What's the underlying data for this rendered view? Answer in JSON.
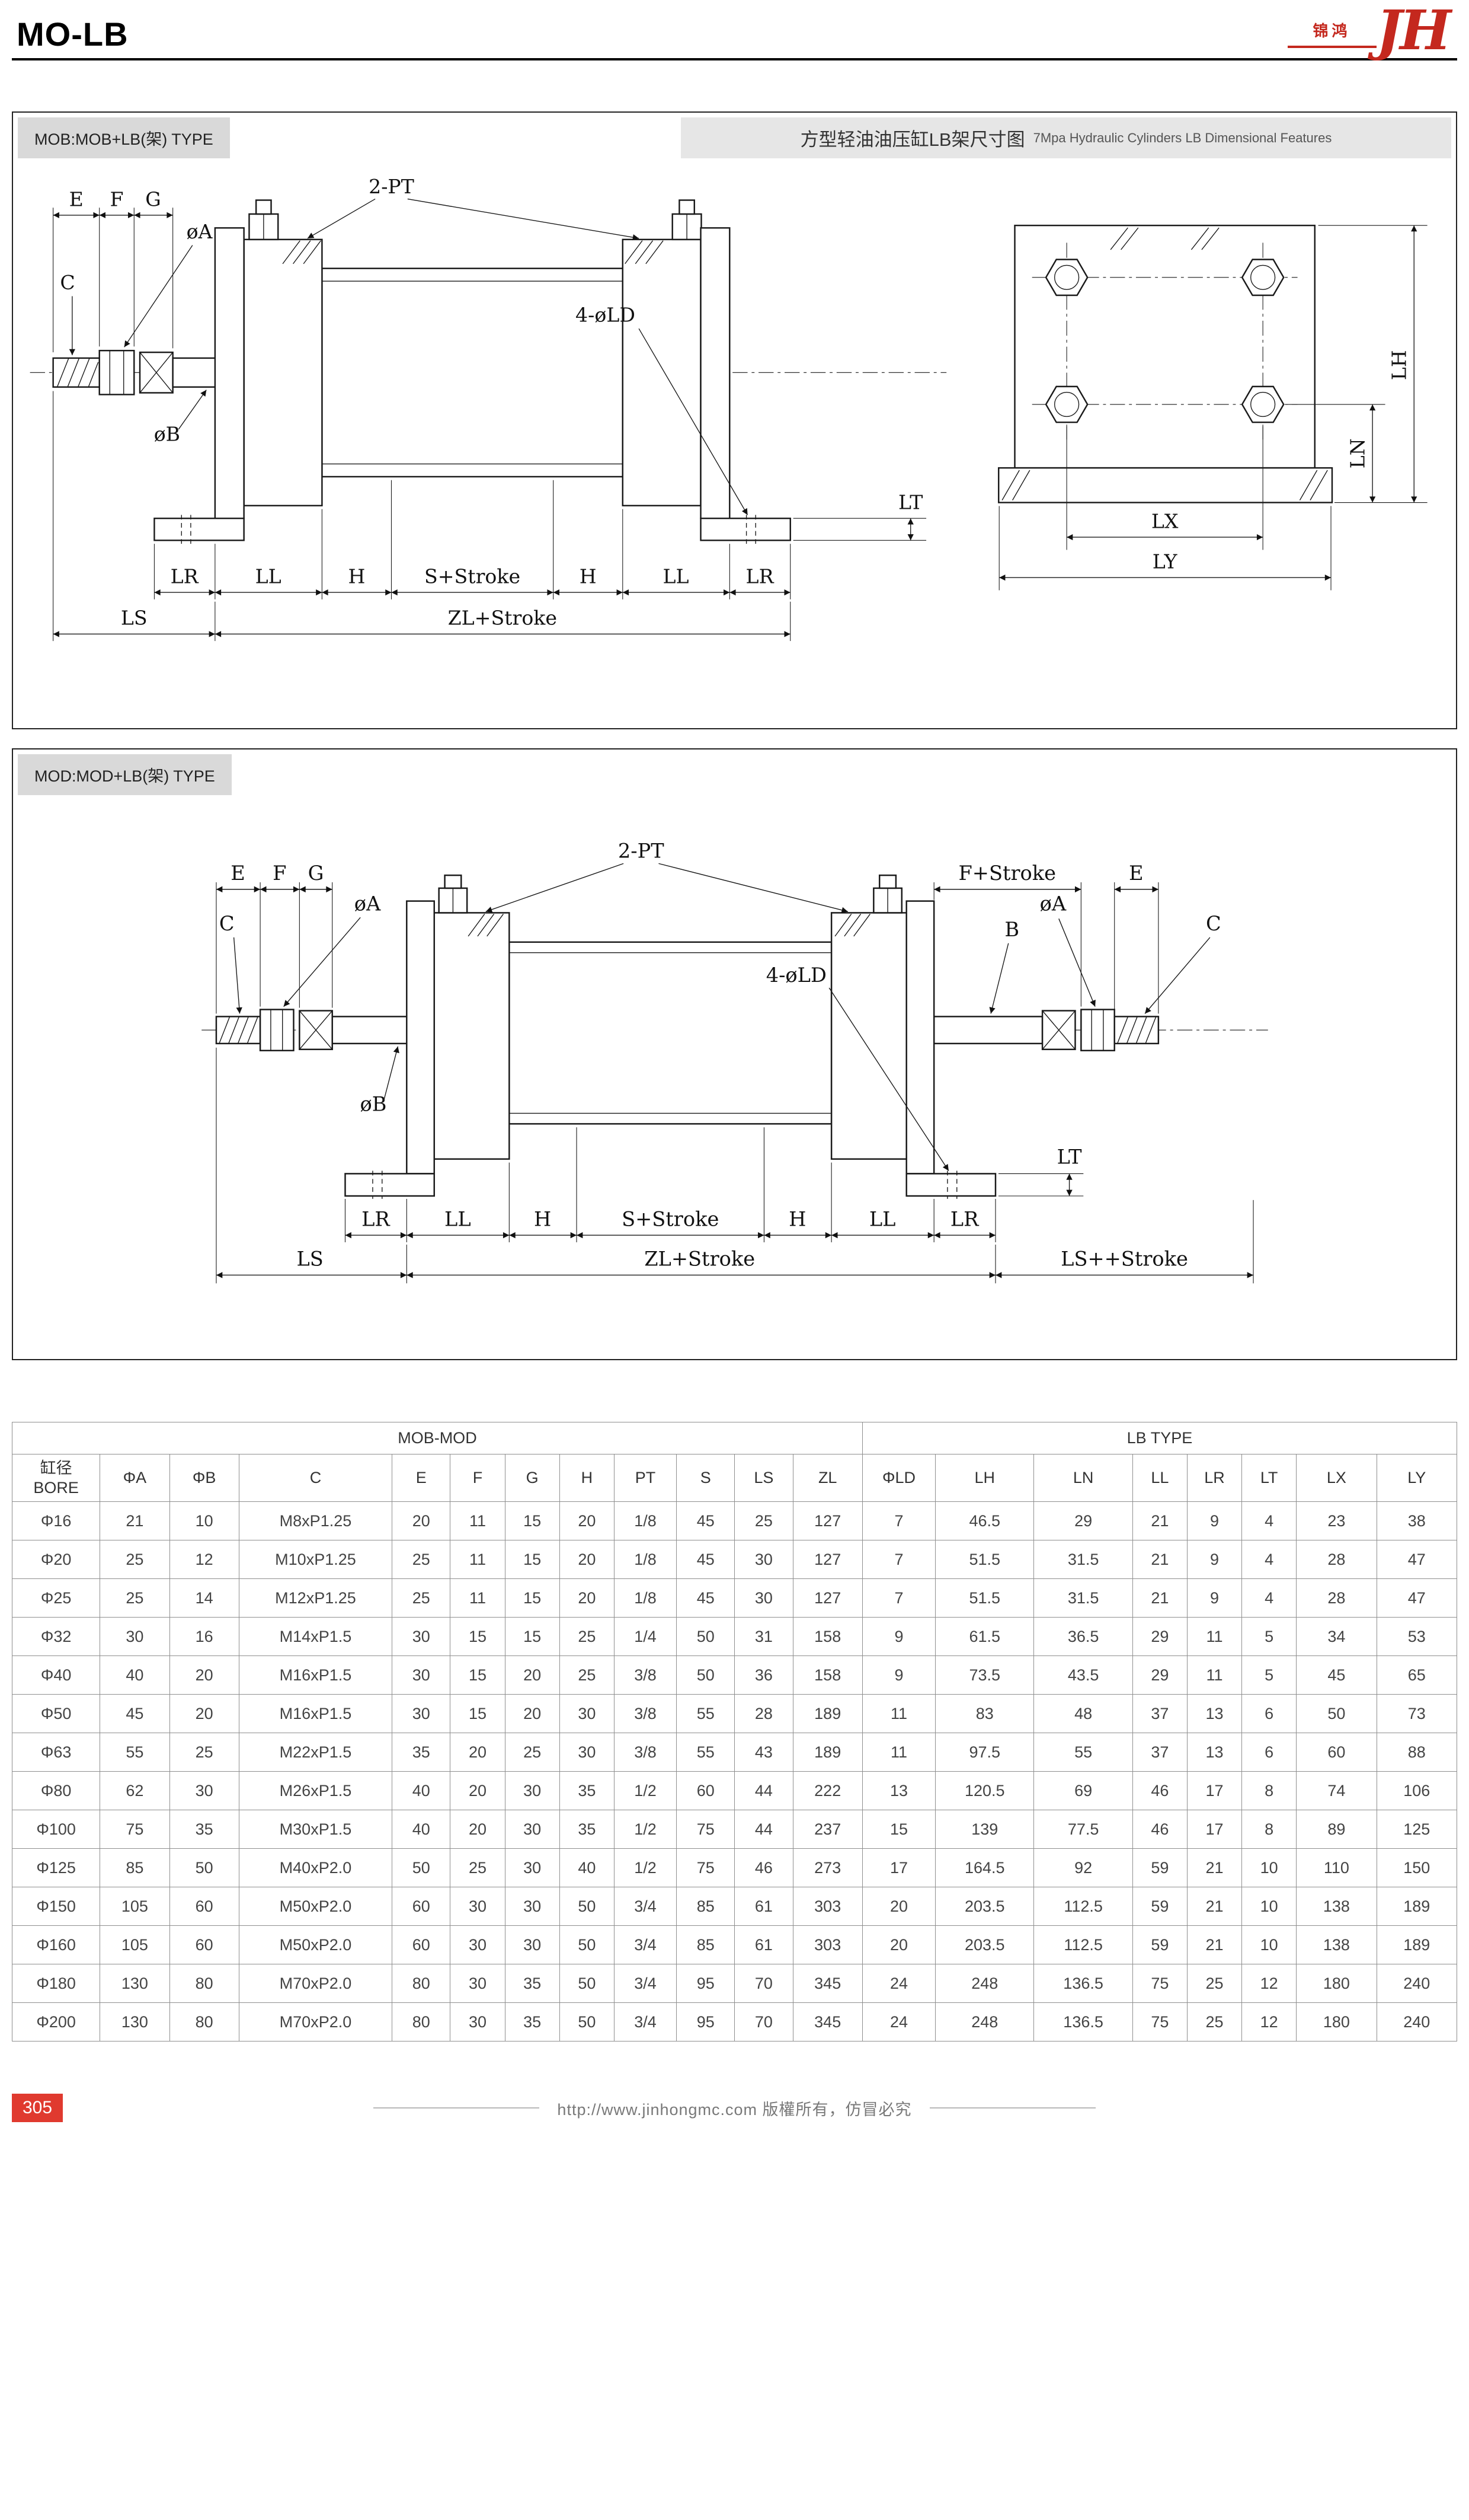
{
  "header": {
    "model": "MO-LB",
    "logo_cn": "锦鸿",
    "logo_jh": "JH"
  },
  "section_mob": {
    "label": "MOB:MOB+LB(架) TYPE",
    "title_cn": "方型轻油油压缸LB架尺寸图",
    "title_en": "7Mpa Hydraulic Cylinders LB Dimensional Features",
    "side_view": {
      "e": "E",
      "f": "F",
      "g": "G",
      "pt": "2-PT",
      "phi_a": "øA",
      "c": "C",
      "phi_b": "øB",
      "ld": "4-øLD",
      "lt": "LT",
      "lr_left": "LR",
      "ll_left": "LL",
      "h_left": "H",
      "s_stroke": "S+Stroke",
      "h_right": "H",
      "ll_right": "LL",
      "lr_right": "LR",
      "ls": "LS",
      "zl_stroke": "ZL+Stroke"
    },
    "end_view": {
      "lh": "LH",
      "ln": "LN",
      "lx": "LX",
      "ly": "LY"
    }
  },
  "section_mod": {
    "label": "MOD:MOD+LB(架) TYPE",
    "side_view": {
      "e_left": "E",
      "f": "F",
      "g": "G",
      "pt": "2-PT",
      "phi_a_left": "øA",
      "f_stroke": "F+Stroke",
      "e_right": "E",
      "phi_a_right": "øA",
      "c_left": "C",
      "b": "B",
      "c_right": "C",
      "phi_b": "øB",
      "ld": "4-øLD",
      "lt": "LT",
      "lr_left": "LR",
      "ll_left": "LL",
      "h_left": "H",
      "s_stroke": "S+Stroke",
      "h_right": "H",
      "ll_right": "LL",
      "lr_right": "LR",
      "ls": "LS",
      "zl_stroke": "ZL+Stroke",
      "ls_stroke": "LS++Stroke"
    }
  },
  "table": {
    "groups": [
      {
        "label": "MOB-MOD",
        "span": 12
      },
      {
        "label": "LB TYPE",
        "span": 8
      }
    ],
    "columns": [
      "缸径\nBORE",
      "ΦA",
      "ΦB",
      "C",
      "E",
      "F",
      "G",
      "H",
      "PT",
      "S",
      "LS",
      "ZL",
      "ΦLD",
      "LH",
      "LN",
      "LL",
      "LR",
      "LT",
      "LX",
      "LY"
    ],
    "rows": [
      [
        "Φ16",
        "21",
        "10",
        "M8xP1.25",
        "20",
        "11",
        "15",
        "20",
        "1/8",
        "45",
        "25",
        "127",
        "7",
        "46.5",
        "29",
        "21",
        "9",
        "4",
        "23",
        "38"
      ],
      [
        "Φ20",
        "25",
        "12",
        "M10xP1.25",
        "25",
        "11",
        "15",
        "20",
        "1/8",
        "45",
        "30",
        "127",
        "7",
        "51.5",
        "31.5",
        "21",
        "9",
        "4",
        "28",
        "47"
      ],
      [
        "Φ25",
        "25",
        "14",
        "M12xP1.25",
        "25",
        "11",
        "15",
        "20",
        "1/8",
        "45",
        "30",
        "127",
        "7",
        "51.5",
        "31.5",
        "21",
        "9",
        "4",
        "28",
        "47"
      ],
      [
        "Φ32",
        "30",
        "16",
        "M14xP1.5",
        "30",
        "15",
        "15",
        "25",
        "1/4",
        "50",
        "31",
        "158",
        "9",
        "61.5",
        "36.5",
        "29",
        "11",
        "5",
        "34",
        "53"
      ],
      [
        "Φ40",
        "40",
        "20",
        "M16xP1.5",
        "30",
        "15",
        "20",
        "25",
        "3/8",
        "50",
        "36",
        "158",
        "9",
        "73.5",
        "43.5",
        "29",
        "11",
        "5",
        "45",
        "65"
      ],
      [
        "Φ50",
        "45",
        "20",
        "M16xP1.5",
        "30",
        "15",
        "20",
        "30",
        "3/8",
        "55",
        "28",
        "189",
        "11",
        "83",
        "48",
        "37",
        "13",
        "6",
        "50",
        "73"
      ],
      [
        "Φ63",
        "55",
        "25",
        "M22xP1.5",
        "35",
        "20",
        "25",
        "30",
        "3/8",
        "55",
        "43",
        "189",
        "11",
        "97.5",
        "55",
        "37",
        "13",
        "6",
        "60",
        "88"
      ],
      [
        "Φ80",
        "62",
        "30",
        "M26xP1.5",
        "40",
        "20",
        "30",
        "35",
        "1/2",
        "60",
        "44",
        "222",
        "13",
        "120.5",
        "69",
        "46",
        "17",
        "8",
        "74",
        "106"
      ],
      [
        "Φ100",
        "75",
        "35",
        "M30xP1.5",
        "40",
        "20",
        "30",
        "35",
        "1/2",
        "75",
        "44",
        "237",
        "15",
        "139",
        "77.5",
        "46",
        "17",
        "8",
        "89",
        "125"
      ],
      [
        "Φ125",
        "85",
        "50",
        "M40xP2.0",
        "50",
        "25",
        "30",
        "40",
        "1/2",
        "75",
        "46",
        "273",
        "17",
        "164.5",
        "92",
        "59",
        "21",
        "10",
        "110",
        "150"
      ],
      [
        "Φ150",
        "105",
        "60",
        "M50xP2.0",
        "60",
        "30",
        "30",
        "50",
        "3/4",
        "85",
        "61",
        "303",
        "20",
        "203.5",
        "112.5",
        "59",
        "21",
        "10",
        "138",
        "189"
      ],
      [
        "Φ160",
        "105",
        "60",
        "M50xP2.0",
        "60",
        "30",
        "30",
        "50",
        "3/4",
        "85",
        "61",
        "303",
        "20",
        "203.5",
        "112.5",
        "59",
        "21",
        "10",
        "138",
        "189"
      ],
      [
        "Φ180",
        "130",
        "80",
        "M70xP2.0",
        "80",
        "30",
        "35",
        "50",
        "3/4",
        "95",
        "70",
        "345",
        "24",
        "248",
        "136.5",
        "75",
        "25",
        "12",
        "180",
        "240"
      ],
      [
        "Φ200",
        "130",
        "80",
        "M70xP2.0",
        "80",
        "30",
        "35",
        "50",
        "3/4",
        "95",
        "70",
        "345",
        "24",
        "248",
        "136.5",
        "75",
        "25",
        "12",
        "180",
        "240"
      ]
    ]
  },
  "footer": {
    "page_number": "305",
    "text": "http://www.jinhongmc.com 版權所有，仿冒必究"
  }
}
